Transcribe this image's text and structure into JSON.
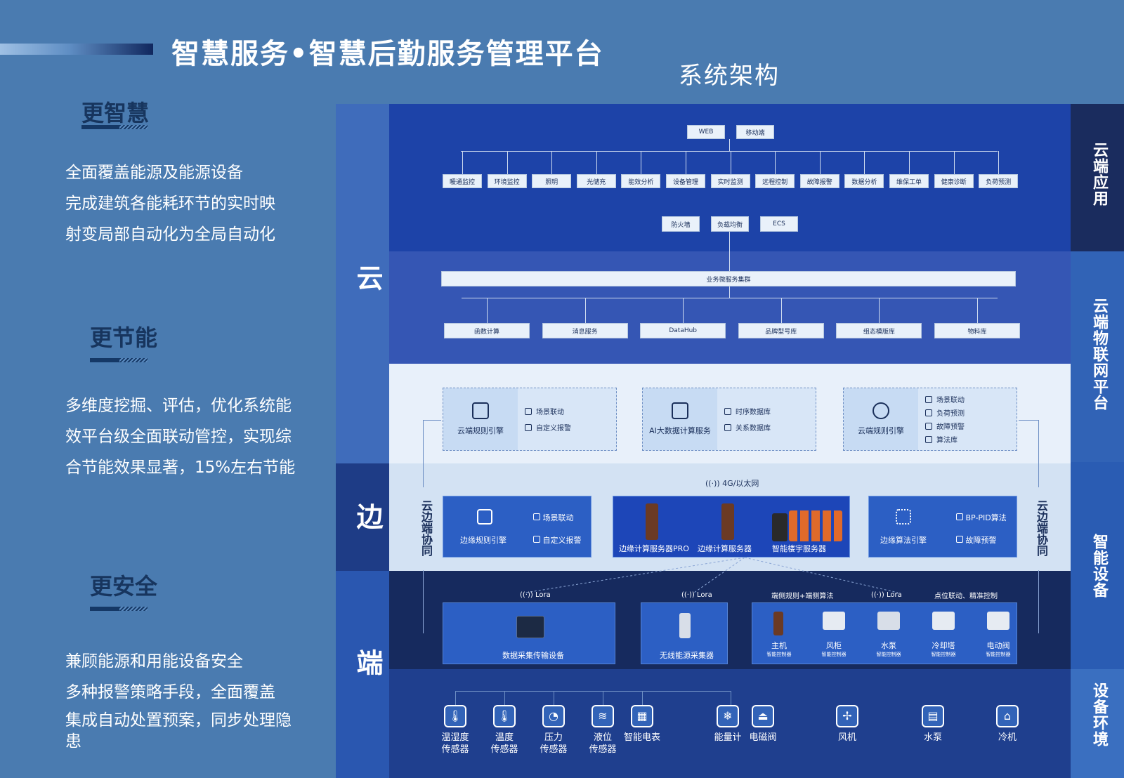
{
  "header": {
    "title": "智慧服务•智慧后勤服务管理平台",
    "architecture_title": "系统架构"
  },
  "features": [
    {
      "heading": "更智慧",
      "lines": [
        "全面覆盖能源及能源设备",
        "完成建筑各能耗环节的实时映",
        "射变局部自动化为全局自动化"
      ]
    },
    {
      "heading": "更节能",
      "lines": [
        "多维度挖掘、评估，优化系统能",
        "效平台级全面联动管控，实现综",
        "合节能效果显著，15%左右节能"
      ]
    },
    {
      "heading": "更安全",
      "lines": [
        "兼顾能源和用能设备安全",
        "多种报警策略手段，全面覆盖",
        "集成自动处置预案，同步处理隐",
        "患"
      ]
    }
  ],
  "tiers": {
    "cloud": "云",
    "edge": "边",
    "end": "端"
  },
  "right_labels": [
    "云端应用",
    "云端物联网平台",
    "智能设备",
    "设备环境"
  ],
  "cloud_edge_sync": "云边端协同",
  "clients": [
    "WEB",
    "移动端"
  ],
  "apps": [
    "暖通监控",
    "环境监控",
    "照明",
    "光储充",
    "能效分析",
    "设备管理",
    "实时监测",
    "远程控制",
    "故障报警",
    "数据分析",
    "维保工单",
    "健康诊断",
    "负荷预测"
  ],
  "infra": [
    "防火墙",
    "负载均衡",
    "ECS"
  ],
  "microservice_cluster": "业务微服务集群",
  "services": [
    "函数计算",
    "消息服务",
    "DataHub",
    "品牌型号库",
    "组态模版库",
    "物料库"
  ],
  "platform_cards": [
    {
      "name": "云端规则引擎",
      "items": [
        "场景联动",
        "自定义报警"
      ]
    },
    {
      "name": "AI大数据计算服务",
      "items": [
        "时序数据库",
        "关系数据库"
      ]
    },
    {
      "name": "云端规则引擎",
      "items": [
        "场景联动",
        "负荷预测",
        "故障预警",
        "算法库"
      ]
    }
  ],
  "network_label": "4G/以太网",
  "edge": {
    "rule_engine": {
      "name": "边缘规则引擎",
      "items": [
        "场景联动",
        "自定义报警"
      ]
    },
    "servers": [
      "边缘计算服务器PRO",
      "边缘计算服务器",
      "智能楼宇服务器"
    ],
    "algo_engine": {
      "name": "边缘算法引擎",
      "items": [
        "BP-PID算法",
        "故障预警"
      ]
    }
  },
  "end_top": {
    "lora": "Lora",
    "edge_rules": "端侧规则+端侧算法",
    "point_control": "点位联动、精准控制",
    "collector1": "数据采集传输设备",
    "collector2": "无线能源采集器",
    "controllers": [
      {
        "name": "主机",
        "sub": "智能控制器"
      },
      {
        "name": "风柜",
        "sub": "智能控制器"
      },
      {
        "name": "水泵",
        "sub": "智能控制器"
      },
      {
        "name": "冷却塔",
        "sub": "智能控制器"
      },
      {
        "name": "电动阀",
        "sub": "智能控制器"
      }
    ]
  },
  "sensors": [
    {
      "name": "温湿度\n传感器",
      "icon": "thermometer-drop-icon"
    },
    {
      "name": "温度\n传感器",
      "icon": "thermometer-icon"
    },
    {
      "name": "压力\n传感器",
      "icon": "gauge-icon"
    },
    {
      "name": "液位\n传感器",
      "icon": "water-level-icon"
    },
    {
      "name": "智能电表",
      "icon": "meter-icon"
    },
    {
      "name": "能量计",
      "icon": "snowflake-icon"
    },
    {
      "name": "电磁阀",
      "icon": "valve-icon"
    },
    {
      "name": "风机",
      "icon": "fan-icon"
    },
    {
      "name": "水泵",
      "icon": "pump-icon"
    },
    {
      "name": "冷机",
      "icon": "chiller-icon"
    }
  ]
}
